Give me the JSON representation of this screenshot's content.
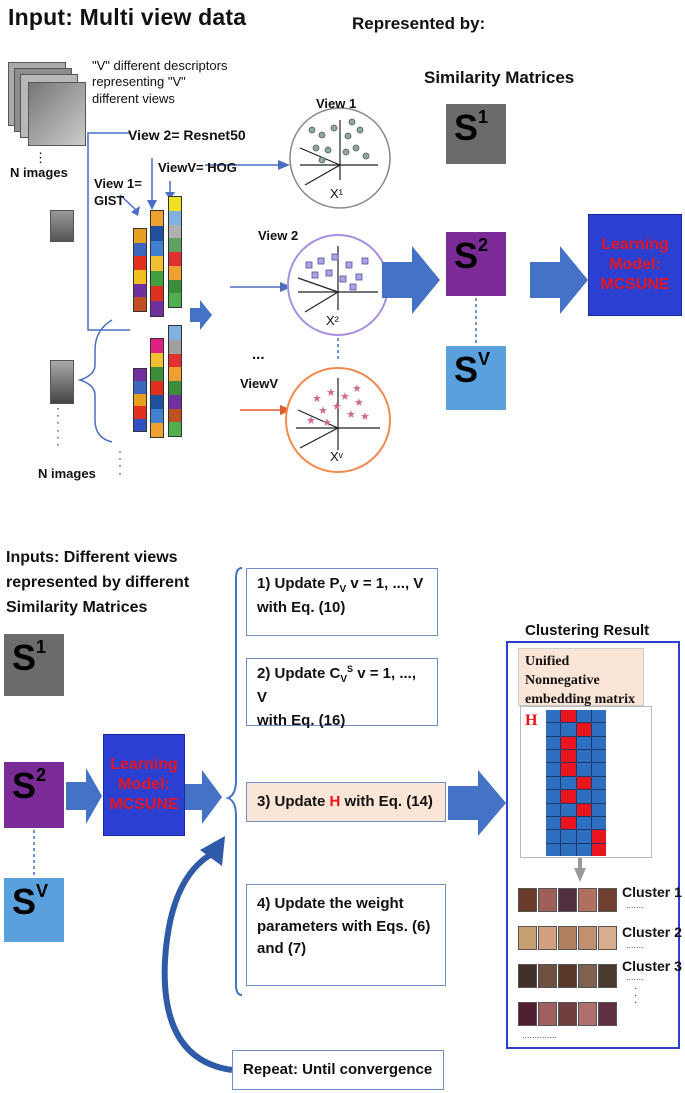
{
  "top": {
    "title": "Input: Multi view data",
    "represented_by": "Represented by:",
    "descriptor_note_1": "\"V\" different descriptors",
    "descriptor_note_2": "representing \"V\"",
    "descriptor_note_3": "different views",
    "n_images_1": "N images",
    "n_images_2": "N images",
    "view2_label": "View 2= Resnet50",
    "viewv_label": "ViewV= HOG",
    "view1_label_a": "View 1=",
    "view1_label_b": "GIST",
    "dots": "...",
    "circle_view1": "View 1",
    "circle_view2": "View 2",
    "circle_viewv": "ViewV",
    "x1": "X¹",
    "x2": "X²",
    "xv": "Xᵛ",
    "similarity_title": "Similarity Matrices",
    "learning_model": [
      "Learning",
      "Model:",
      "MCSUNE"
    ]
  },
  "bottom": {
    "inputs_text": [
      "Inputs: Different views",
      "represented by different",
      "Similarity Matrices"
    ],
    "learning_model": [
      "Learning",
      "Model:",
      "MCSUNE"
    ],
    "steps": {
      "s1_a": "1) Update  P",
      "s1_sub": "V",
      "s1_b": " v = 1, ..., V",
      "s1_c": "with Eq. (10)",
      "s2_a": "2) Update C",
      "s2_sub": "V",
      "s2_sup": "S",
      "s2_b": " v = 1, ..., V",
      "s2_c": "with Eq. (16)",
      "s3_a": "3) Update ",
      "s3_h": "H",
      "s3_b": " with Eq. (14)",
      "s4_a": "4) Update the weight",
      "s4_b": "parameters with Eqs. (6)",
      "s4_c": "and (7)"
    },
    "repeat": "Repeat: Until convergence",
    "clustering_title": "Clustering Result",
    "unified_a": "Unified Nonnegative",
    "unified_b": "embedding matrix ",
    "unified_h": "H",
    "clusters": [
      "Cluster 1",
      "Cluster 2",
      "Cluster 3"
    ]
  },
  "similarity": {
    "s1": "S",
    "s1_sup": "1",
    "s2": "S",
    "s2_sup": "2",
    "sv": "S",
    "sv_sup": "V"
  },
  "colors": {
    "s1": "#6b6b6b",
    "s2": "#7a2b96",
    "sv": "#5aa0dc",
    "learning_bg": "#2b3fd0",
    "learning_text": "#e8141e",
    "arrow": "#4472c4",
    "step3_bg": "#fbe5d6"
  }
}
